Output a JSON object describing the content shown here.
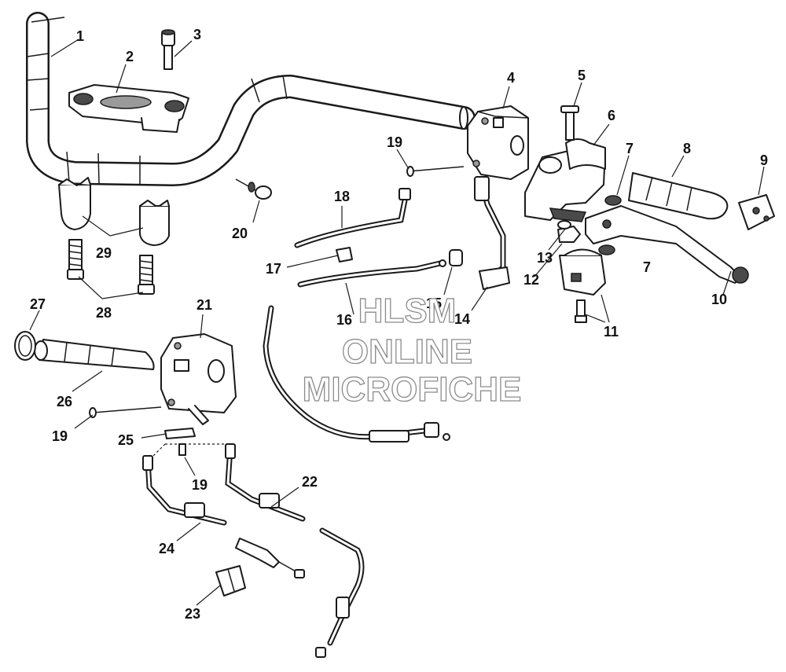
{
  "callouts": [
    "1",
    "2",
    "3",
    "4",
    "5",
    "6",
    "7",
    "8",
    "9",
    "10",
    "11",
    "12",
    "13",
    "14",
    "15",
    "16",
    "17",
    "18",
    "19",
    "20",
    "21",
    "22",
    "23",
    "24",
    "25",
    "26",
    "27",
    "28",
    "29"
  ],
  "watermark": {
    "line1": "HLSM",
    "line2": "ONLINE",
    "line3": "MICROFICHE"
  },
  "colors": {
    "line": "#1a1a1a",
    "watermark_outline": "#8c8c8c",
    "background": "#ffffff"
  }
}
